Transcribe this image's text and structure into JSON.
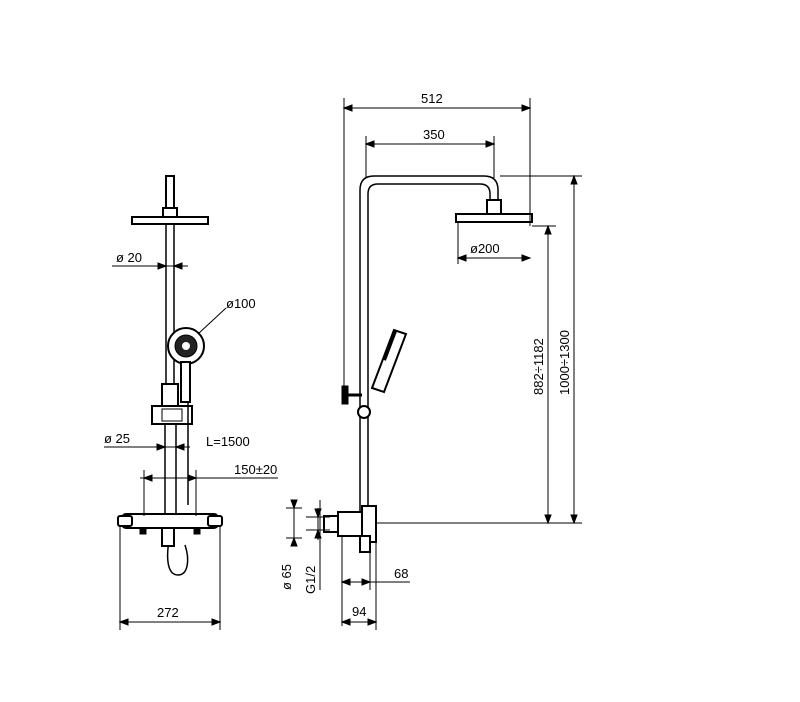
{
  "dimensions": {
    "total_width": "512",
    "arm_length": "350",
    "head_diameter": "ø200",
    "pipe_diameter_top": "ø 20",
    "hand_shower_diameter": "ø100",
    "bar_diameter": "ø 25",
    "hose_length": "L=1500",
    "inlet_spacing": "150±20",
    "base_width": "272",
    "height_range_inner": "882÷1182",
    "height_range_outer": "1000÷1300",
    "wall_diameter": "ø 65",
    "thread": "G1/2",
    "depth_small": "68",
    "depth_total": "94"
  }
}
